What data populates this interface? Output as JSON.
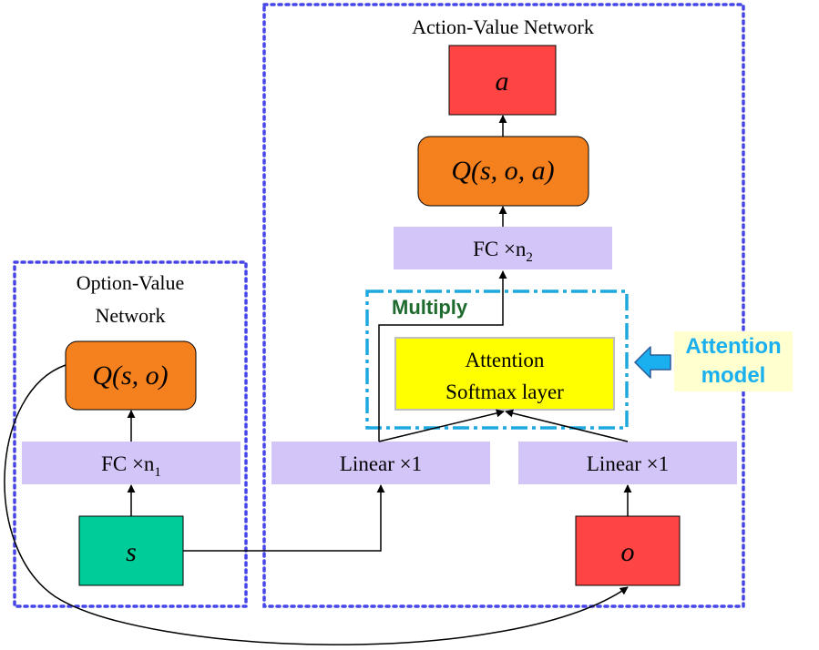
{
  "colors": {
    "group_border": "#4646e6",
    "attention_border": "#1ea8e0",
    "output_fill": "#ff4444",
    "q_fill": "#f5801e",
    "fc_fill": "#d3c5f8",
    "state_fill": "#00cc99",
    "attention_fill": "#ffff00",
    "attention_label": "#1ab0f0",
    "attention_label_bg": "#ffffd0",
    "multiply_label": "#1e6b2e",
    "arrow_fill": "#1ab0f0"
  },
  "option_value_network": {
    "title_line1": "Option-Value",
    "title_line2": "Network",
    "q_label": "Q(s, o)",
    "fc_label": "FC ×n",
    "fc_sub": "1",
    "state_label": "s"
  },
  "action_value_network": {
    "title": "Action-Value Network",
    "action_label": "a",
    "q_label": "Q(s, o, a)",
    "fc_label": "FC ×n",
    "fc_sub": "2",
    "linear_left_label": "Linear ×1",
    "linear_right_label": "Linear ×1",
    "option_label": "o",
    "attention_line1": "Attention",
    "attention_line2": "Softmax layer",
    "multiply_label": "Multiply"
  },
  "attention_model": {
    "label_line1": "Attention",
    "label_line2": "model",
    "arrow_icon": "left-arrow-icon"
  }
}
